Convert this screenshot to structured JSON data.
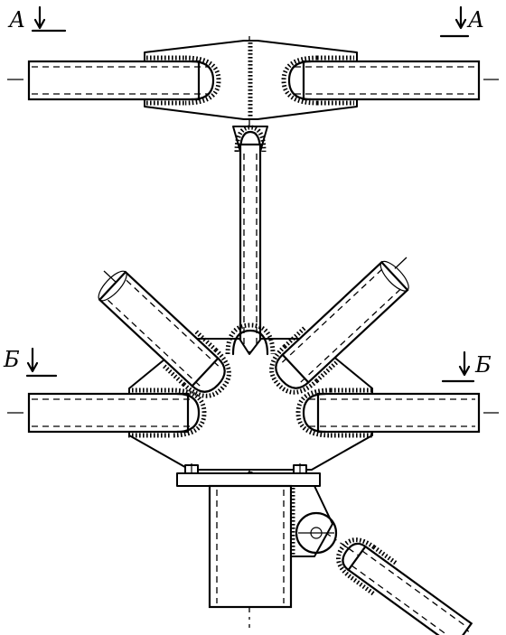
{
  "section_marks": {
    "top_left": "А",
    "top_right": "А",
    "mid_left": "Б",
    "mid_right": "Б"
  }
}
